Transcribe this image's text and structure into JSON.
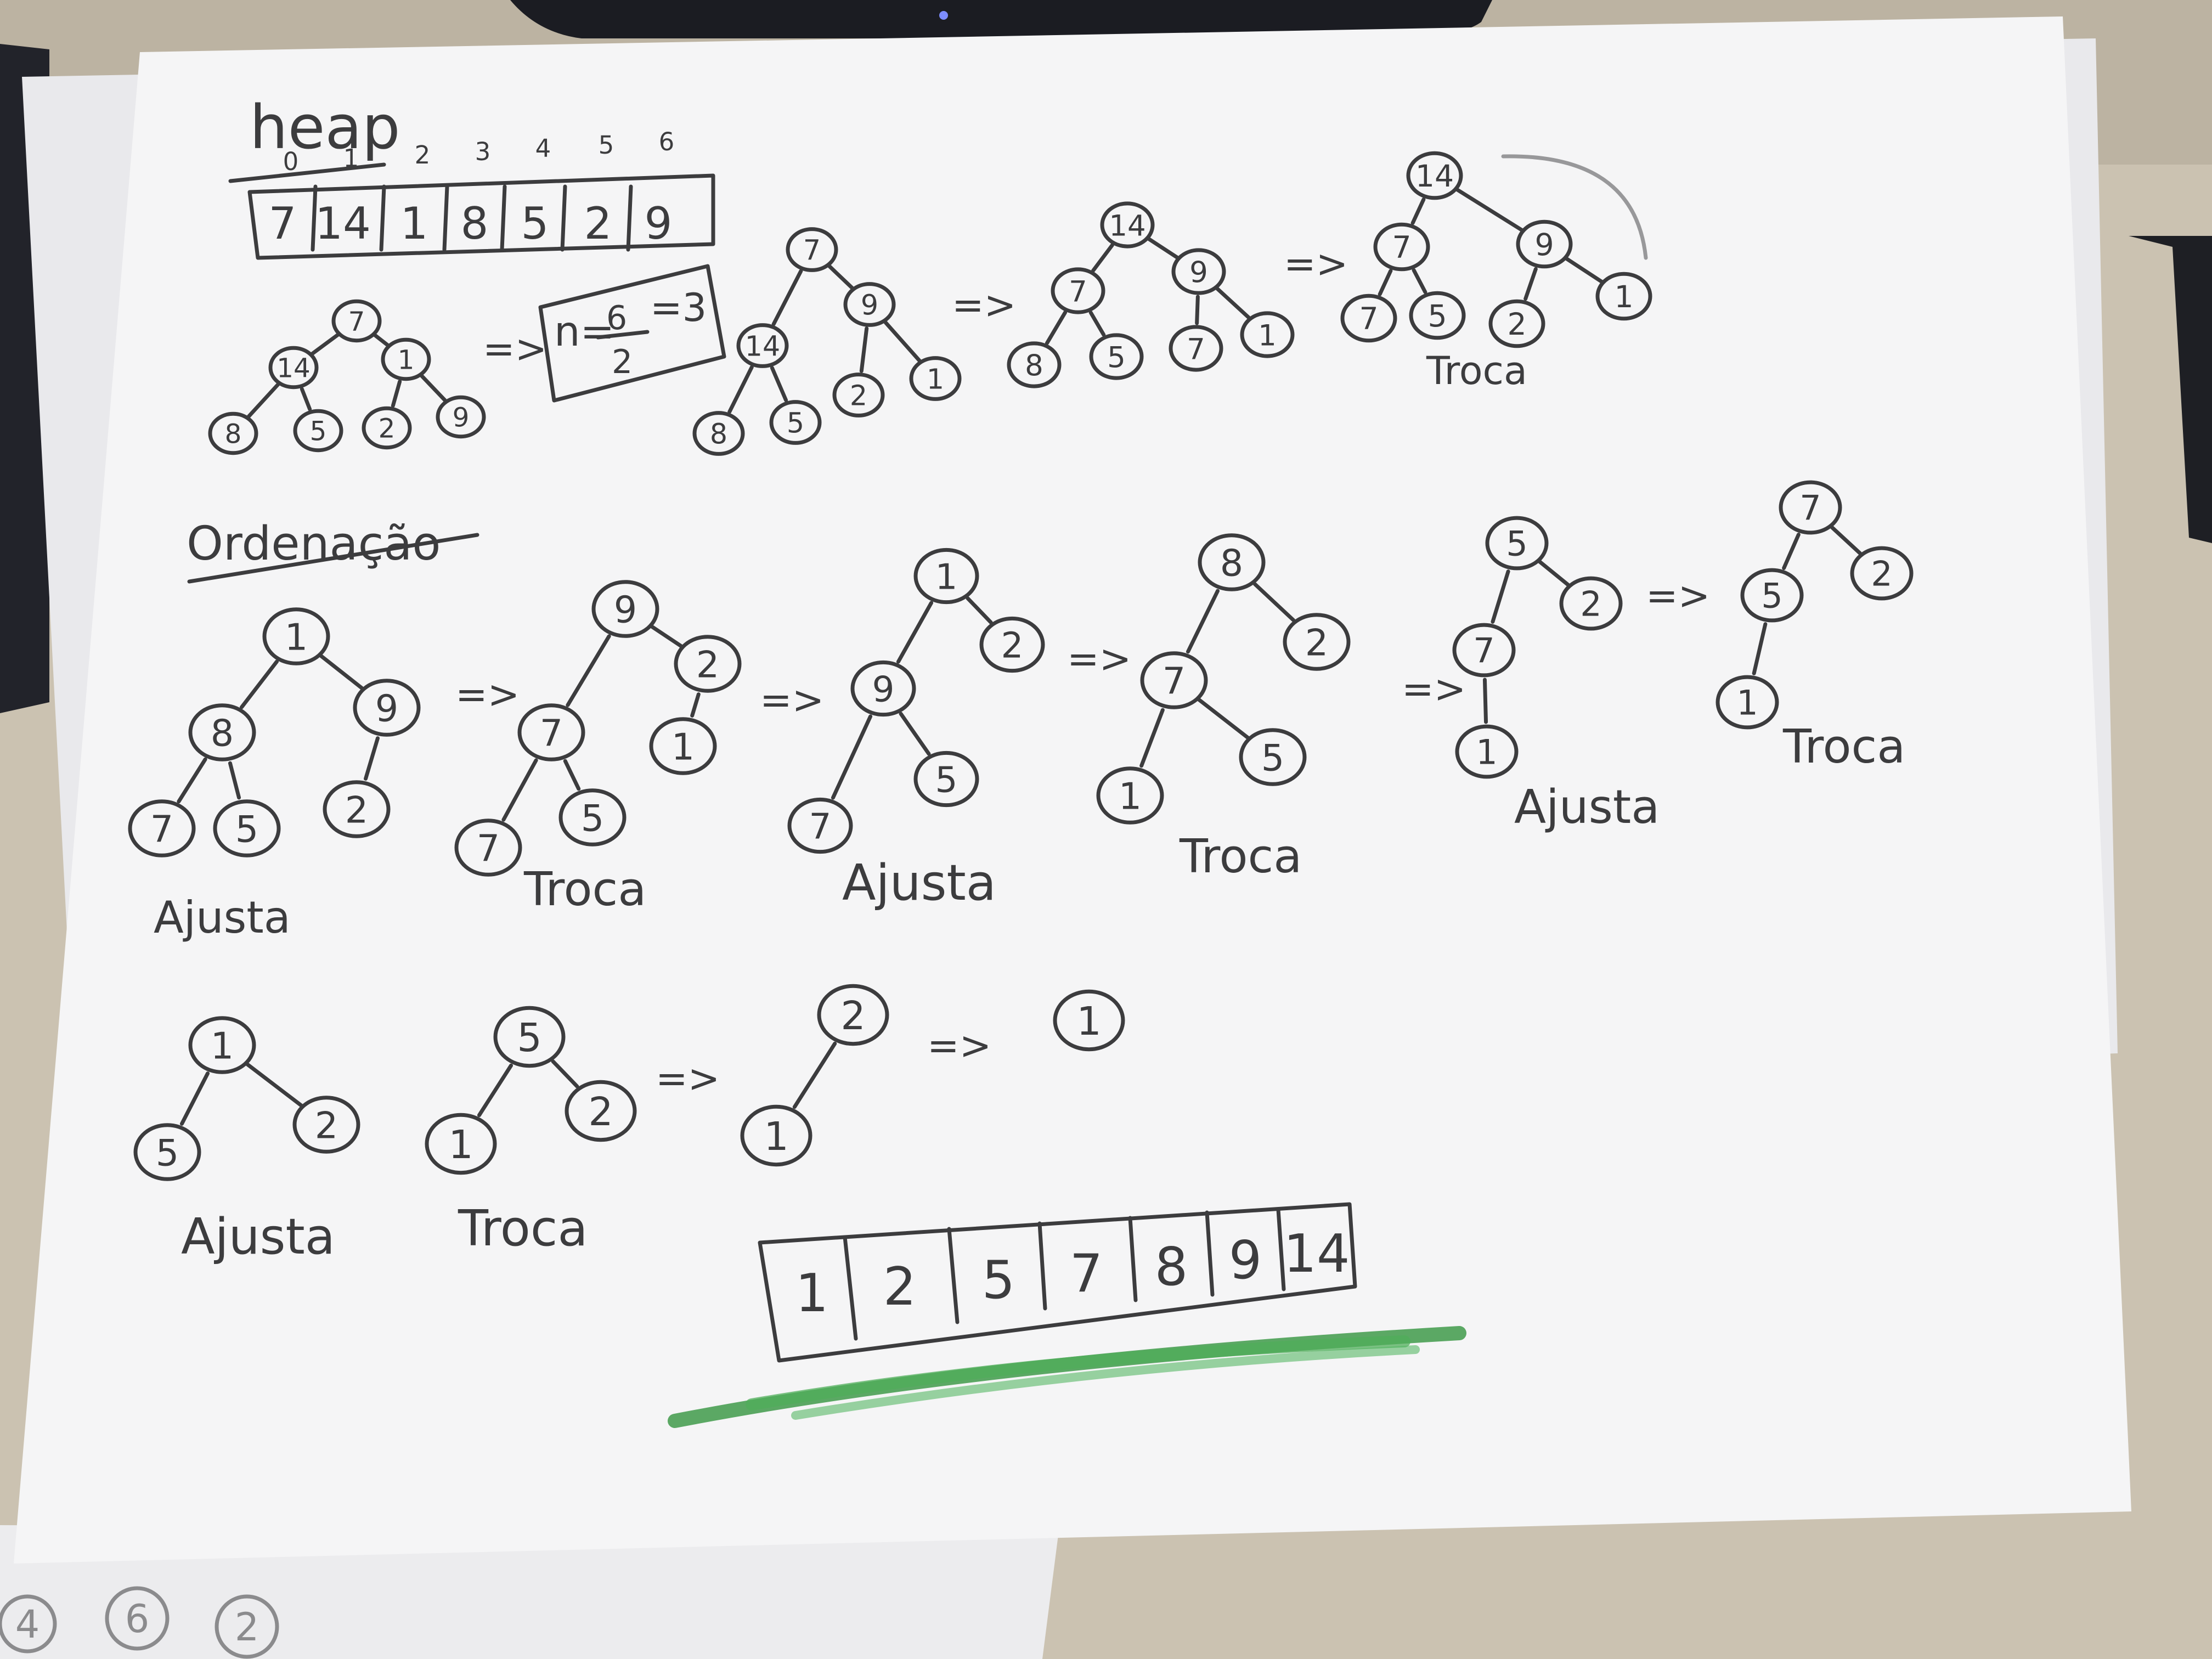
{
  "colors": {
    "desk": "#cfc6b6",
    "paper": "#f5f5f6",
    "ink": "#3c3c3e",
    "marker_green": "#3f9a4a",
    "monitor": "#1b1c22"
  },
  "heap": {
    "title": "heap",
    "indices": [
      "0",
      "1",
      "2",
      "3",
      "4",
      "5",
      "6"
    ],
    "values": [
      "7",
      "14",
      "1",
      "8",
      "5",
      "2",
      "9"
    ]
  },
  "formula": {
    "lhs": "n=",
    "numerator": "6",
    "denominator": "2",
    "rhs": "=3"
  },
  "arrow": "=>",
  "sections": {
    "ordering": "Ordenação"
  },
  "labels": {
    "troca": "Troca",
    "ajusta": "Ajusta"
  },
  "trees": {
    "t1": [
      "7",
      "14",
      "1",
      "8",
      "5",
      "2",
      "9"
    ],
    "t2": [
      "7",
      "14",
      "9",
      "8",
      "5",
      "2",
      "1"
    ],
    "t3": [
      "14",
      "7",
      "9",
      "8",
      "5",
      "7",
      "1"
    ],
    "t4": [
      "14",
      "7",
      "9",
      "7",
      "5",
      "2",
      "1"
    ],
    "r1": [
      "1",
      "8",
      "9",
      "7",
      "5",
      "2"
    ],
    "r2": [
      "9",
      "7",
      "2",
      "7",
      "5",
      "1"
    ],
    "r3": [
      "1",
      "9",
      "2",
      "7",
      "5"
    ],
    "r4": [
      "8",
      "7",
      "2",
      "1",
      "5"
    ],
    "r5": [
      "5",
      "7",
      "2",
      "1"
    ],
    "r6": [
      "7",
      "5",
      "2",
      "1"
    ],
    "s1": [
      "1",
      "5",
      "2"
    ],
    "s2": [
      "5",
      "1",
      "2"
    ],
    "s3": [
      "2",
      "1"
    ],
    "s4": [
      "1"
    ]
  },
  "sorted": {
    "values": [
      "1",
      "2",
      "5",
      "7",
      "8",
      "9",
      "14"
    ]
  },
  "under_paper": [
    "4",
    "6",
    "2"
  ]
}
